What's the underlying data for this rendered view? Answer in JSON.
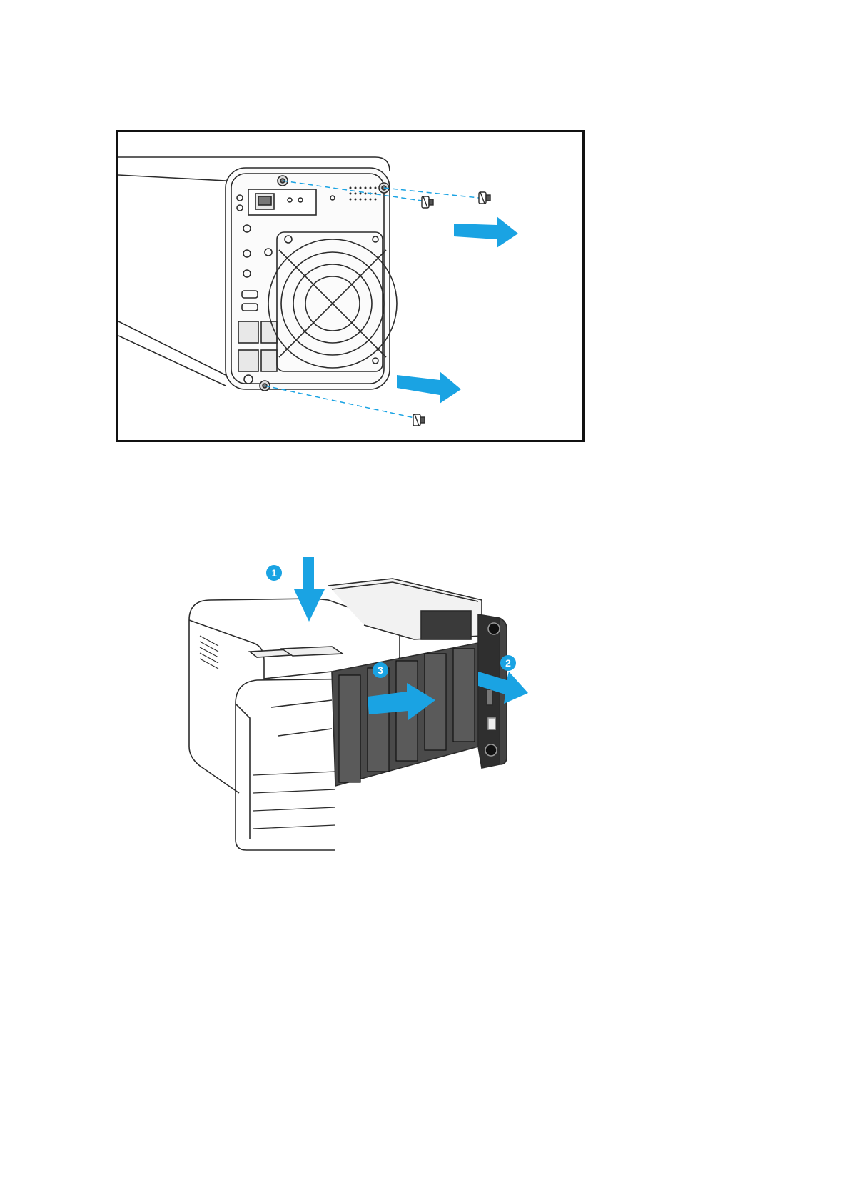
{
  "colors": {
    "accent_blue": "#1aa3e3",
    "line": "#2b2b2b",
    "panel_fill": "#f7f7f7",
    "dark_fill": "#3a3a3a"
  },
  "figure_1": {
    "icons": [
      "nas-rear-panel-icon",
      "screw-icon",
      "arrow-right-icon"
    ]
  },
  "figure_2": {
    "callouts": [
      {
        "label": "1"
      },
      {
        "label": "2"
      },
      {
        "label": "3"
      }
    ],
    "icons": [
      "nas-chassis-icon",
      "arrow-down-icon",
      "arrow-right-icon"
    ]
  }
}
